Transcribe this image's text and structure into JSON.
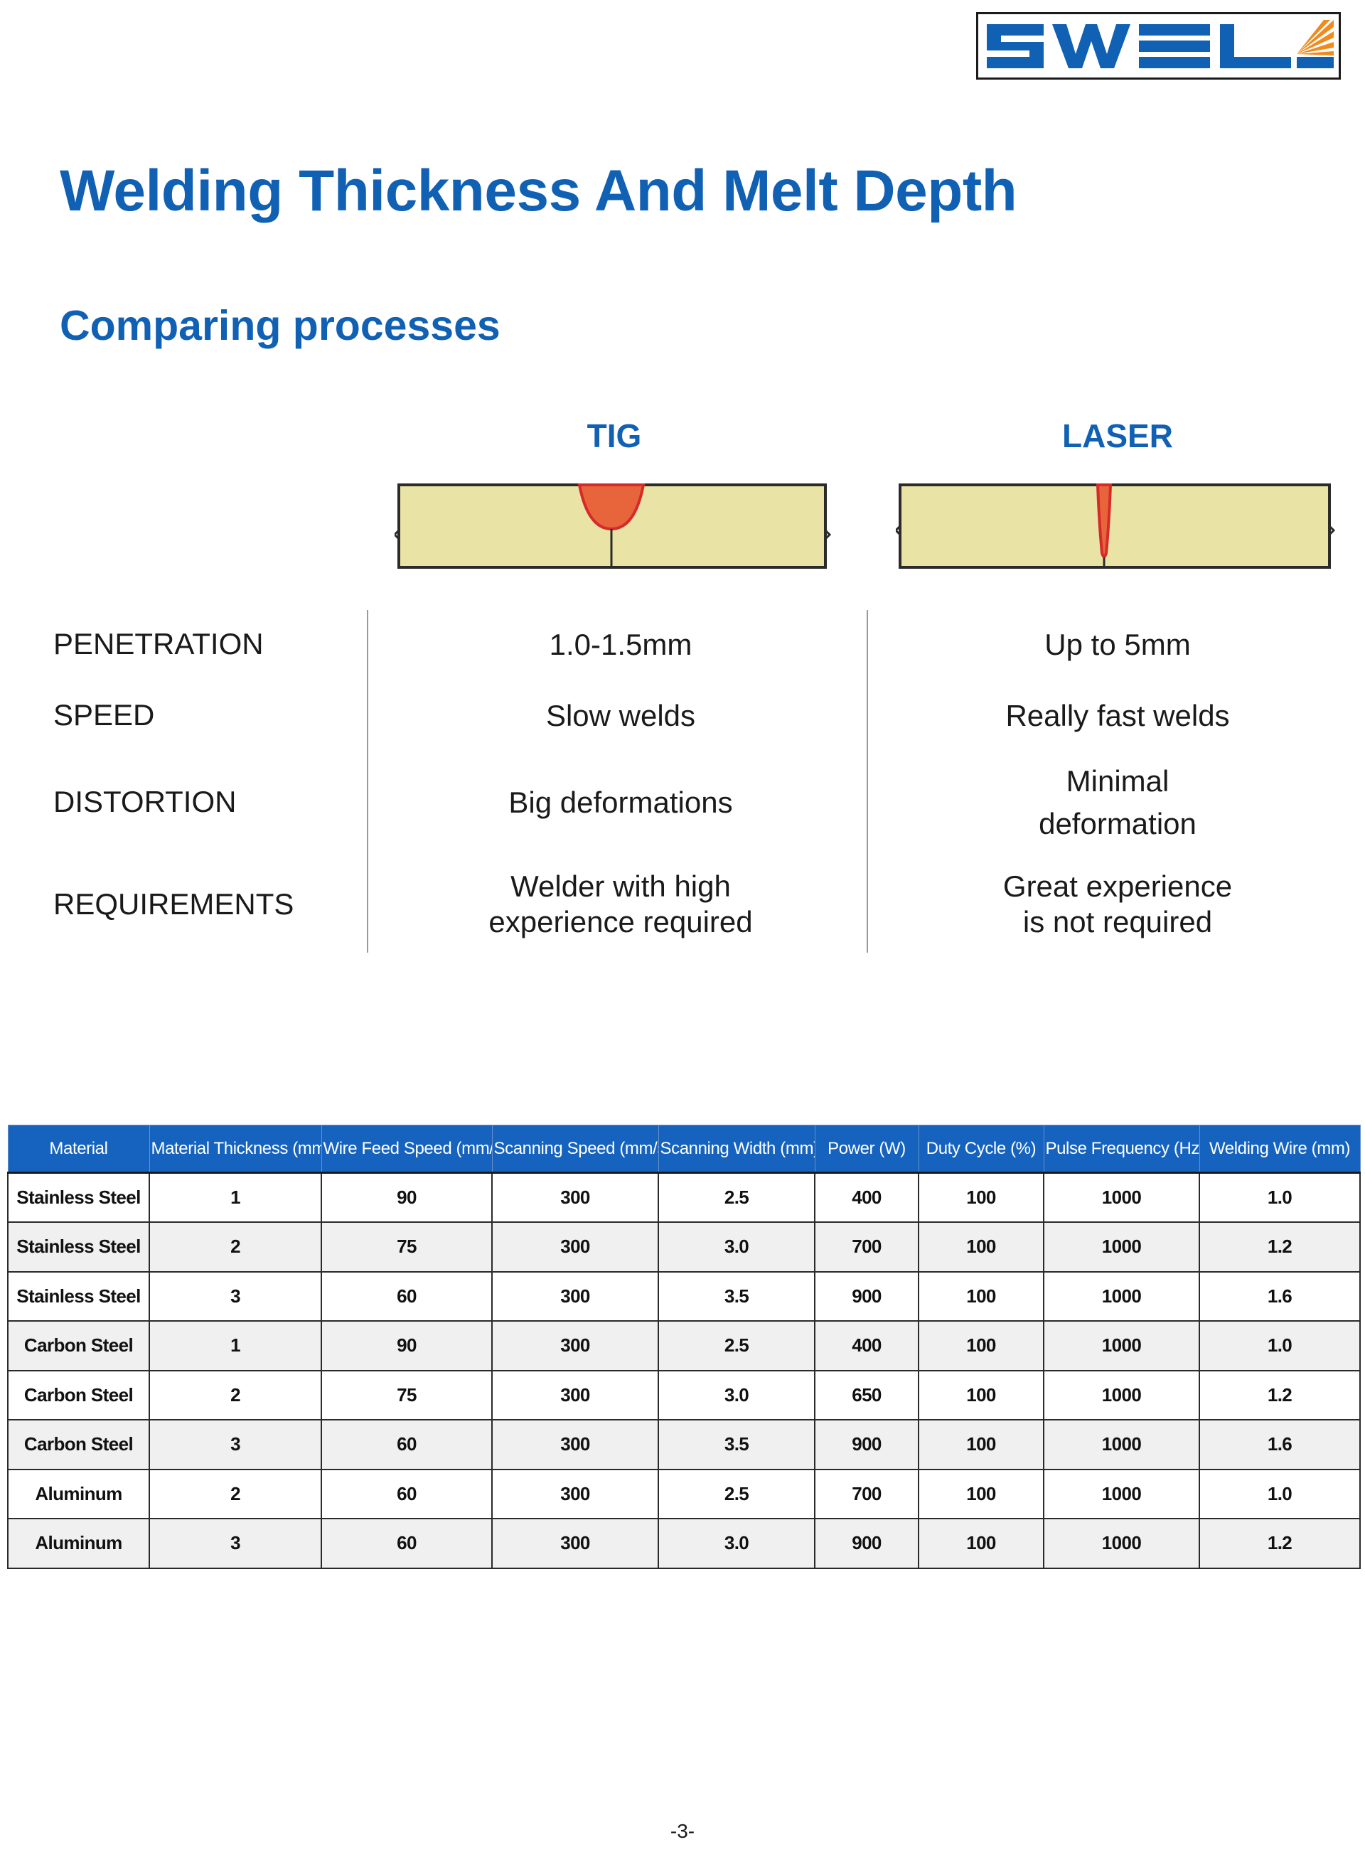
{
  "brand": {
    "logo_text": "SWEL",
    "blue": "#1060b4",
    "orange": "#f08a1c"
  },
  "page": {
    "title": "Welding Thickness And Melt Depth",
    "subtitle": "Comparing processes",
    "page_number": "-3-"
  },
  "processes": {
    "tig": {
      "name": "TIG",
      "bead_color": "#e8653c",
      "plate_color": "#e9e4a6"
    },
    "laser": {
      "name": "LASER",
      "bead_color": "#e8653c",
      "plate_color": "#e9e4a6"
    }
  },
  "comparison": {
    "rows": [
      {
        "label": "PENETRATION",
        "tig": [
          "1.0-1.5mm"
        ],
        "laser": [
          "Up to 5mm"
        ]
      },
      {
        "label": "SPEED",
        "tig": [
          "Slow welds"
        ],
        "laser": [
          "Really fast welds"
        ]
      },
      {
        "label": "DISTORTION",
        "tig": [
          "Big deformations"
        ],
        "laser": [
          "Minimal",
          "deformation"
        ]
      },
      {
        "label": "REQUIREMENTS",
        "tig": [
          "Welder with high",
          "experience required"
        ],
        "laser": [
          "Great experience",
          "is not required"
        ]
      }
    ]
  },
  "params_table": {
    "header_color": "#1563bf",
    "columns": [
      "Material",
      "Material Thickness (mm)",
      "Wire Feed Speed (mm/s)",
      "Scanning Speed (mm/s)",
      "Scanning Width (mm)",
      "Power (W)",
      "Duty Cycle (%)",
      "Pulse Frequency (Hz)",
      "Welding Wire (mm)"
    ],
    "rows": [
      [
        "Stainless Steel",
        "1",
        "90",
        "300",
        "2.5",
        "400",
        "100",
        "1000",
        "1.0"
      ],
      [
        "Stainless Steel",
        "2",
        "75",
        "300",
        "3.0",
        "700",
        "100",
        "1000",
        "1.2"
      ],
      [
        "Stainless Steel",
        "3",
        "60",
        "300",
        "3.5",
        "900",
        "100",
        "1000",
        "1.6"
      ],
      [
        "Carbon Steel",
        "1",
        "90",
        "300",
        "2.5",
        "400",
        "100",
        "1000",
        "1.0"
      ],
      [
        "Carbon Steel",
        "2",
        "75",
        "300",
        "3.0",
        "650",
        "100",
        "1000",
        "1.2"
      ],
      [
        "Carbon Steel",
        "3",
        "60",
        "300",
        "3.5",
        "900",
        "100",
        "1000",
        "1.6"
      ],
      [
        "Aluminum",
        "2",
        "60",
        "300",
        "2.5",
        "700",
        "100",
        "1000",
        "1.0"
      ],
      [
        "Aluminum",
        "3",
        "60",
        "300",
        "3.0",
        "900",
        "100",
        "1000",
        "1.2"
      ]
    ]
  }
}
